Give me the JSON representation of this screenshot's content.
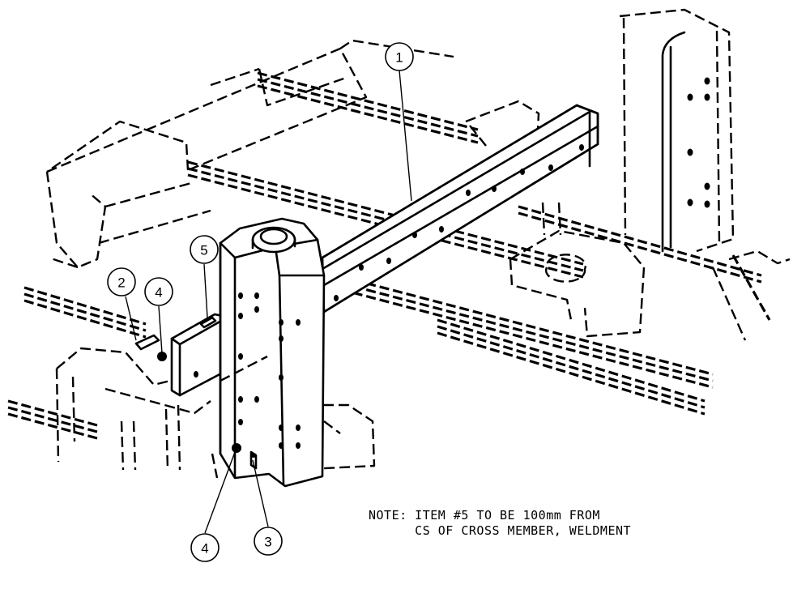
{
  "balloons": {
    "item1": "1",
    "item2": "2",
    "item3": "3",
    "item4_upper": "4",
    "item4_lower": "4",
    "item5": "5"
  },
  "note": {
    "line1": "NOTE: ITEM #5 TO BE 100mm FROM",
    "line2": "      CS OF CROSS MEMBER, WELDMENT"
  }
}
